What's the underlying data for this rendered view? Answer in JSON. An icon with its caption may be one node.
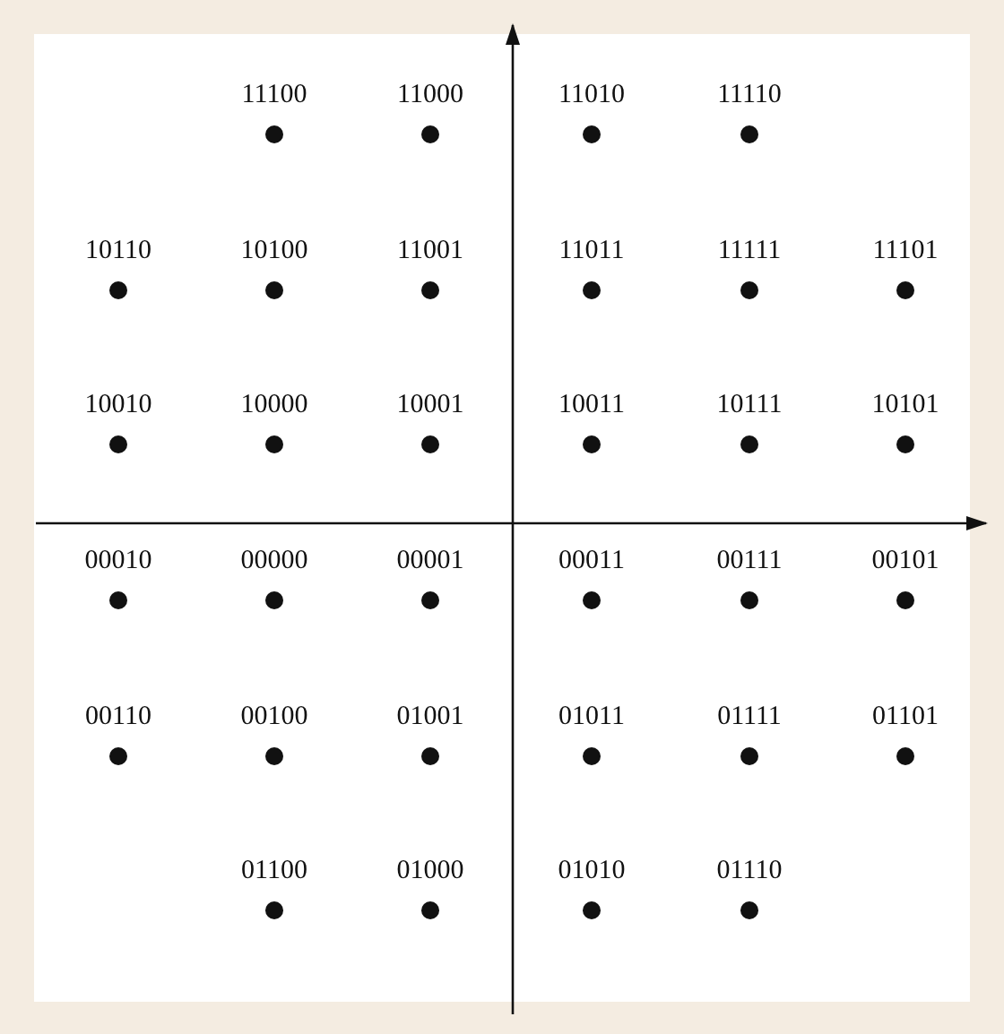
{
  "diagram": {
    "labels": [
      "11100",
      "11000",
      "11010",
      "11110",
      "10110",
      "10100",
      "11001",
      "11011",
      "11111",
      "11101",
      "10010",
      "10000",
      "10001",
      "10011",
      "10111",
      "10101",
      "00010",
      "00000",
      "00001",
      "00011",
      "00111",
      "00101",
      "00110",
      "00100",
      "01001",
      "01011",
      "01111",
      "01101",
      "01100",
      "01000",
      "01010",
      "01110"
    ]
  }
}
